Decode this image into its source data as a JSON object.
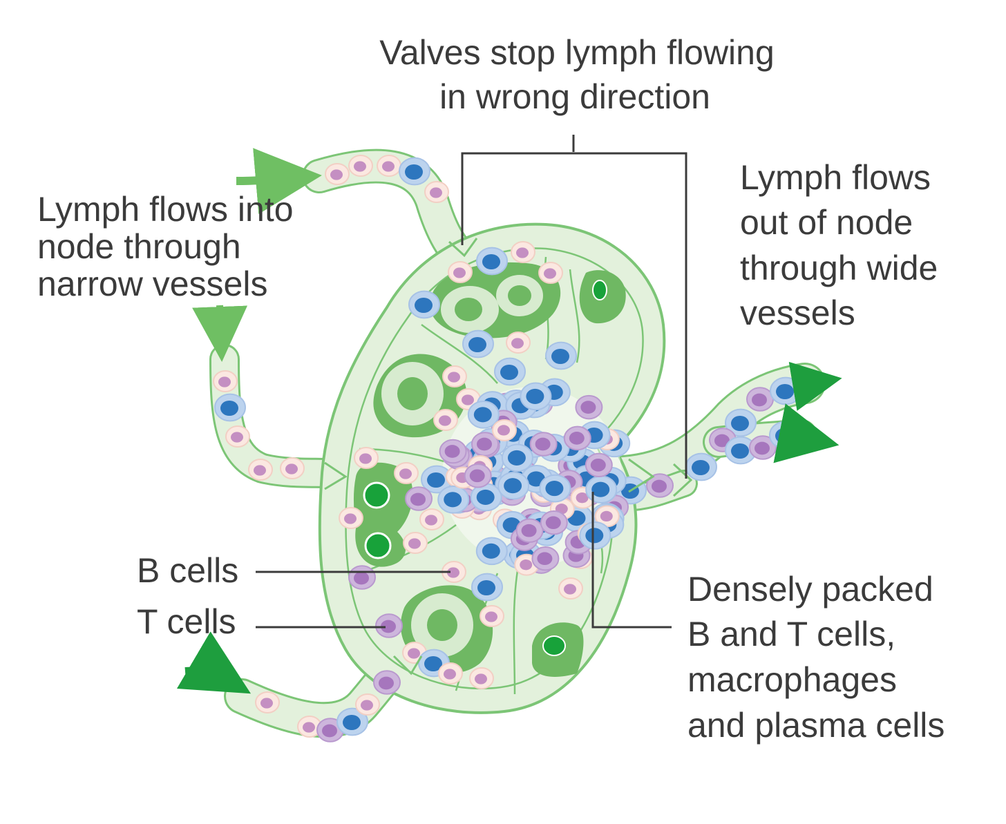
{
  "labels": {
    "valves": [
      "Valves stop lymph flowing",
      "in wrong direction"
    ],
    "inflow": [
      "Lymph flows into",
      "node through",
      "narrow vessels"
    ],
    "outflow": [
      "Lymph flows",
      "out of node",
      "through wide",
      "vessels"
    ],
    "b_cells": "B cells",
    "t_cells": "T cells",
    "dense": [
      "Densely packed",
      "B and T cells,",
      "macrophages",
      "and plasma cells"
    ]
  },
  "colors": {
    "node_fill": "#e3f1dc",
    "node_stroke": "#7cc576",
    "follicle_dark": "#6fb863",
    "follicle_light": "#d7ebcf",
    "germinal_center": "#18a23a",
    "arrow": "#1e9e3e",
    "arrow_light": "#6fbf63",
    "b_cell_fill": "#fbe8e1",
    "b_cell_nucleus": "#c48fc2",
    "t_cell_fill": "#cdb6dc",
    "t_cell_nucleus": "#a676bd",
    "macrophage_fill": "#bcd3ee",
    "macrophage_nucleus": "#2d76be",
    "leader_line": "#3b3b3b"
  }
}
